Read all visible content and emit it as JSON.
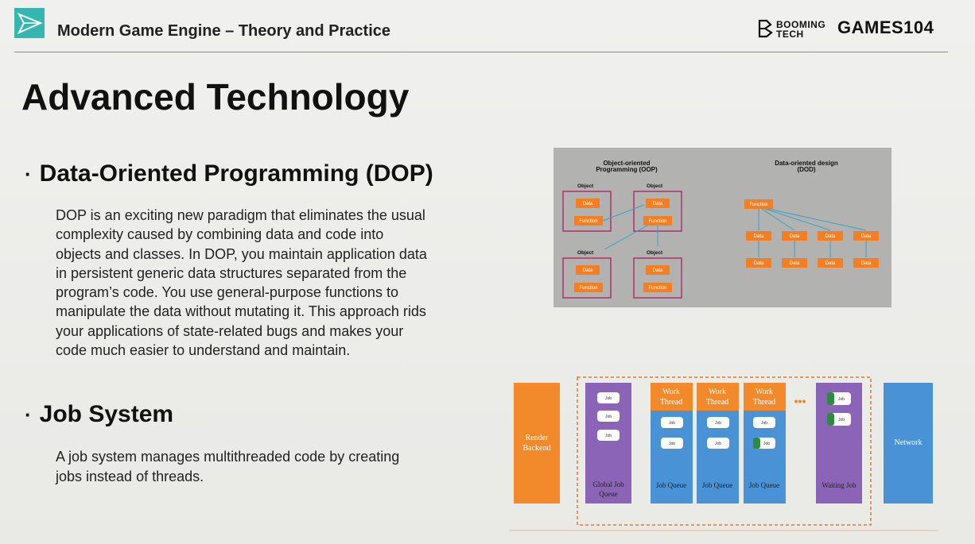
{
  "header": {
    "title": "Modern Game Engine – Theory and Practice",
    "brand_booming_line1": "BOOMING",
    "brand_booming_line2": "TECH",
    "brand_games": "GAMES104",
    "accent_color": "#36b6b0"
  },
  "slide": {
    "title": "Advanced Technology"
  },
  "sections": [
    {
      "bullet": "·",
      "heading": "Data-Oriented Programming (DOP)",
      "lines": [
        "DOP is an exciting new paradigm that eliminates the usual",
        "complexity caused by combining data and code into",
        "objects and classes. In DOP, you maintain application data",
        "in persistent generic data structures separated from the",
        "program’s code. You use general-purpose functions to",
        "manipulate the data without mutating it. This approach rids",
        "your applications of state-related bugs and makes your",
        "code much easier to understand and maintain."
      ]
    },
    {
      "bullet": "·",
      "heading": "Job System",
      "lines": [
        "A job system manages multithreaded code by creating",
        "jobs instead of threads."
      ]
    }
  ],
  "dop_figure": {
    "left_title_line1": "Object-oriented",
    "left_title_line2": "Programming (OOP)",
    "right_title_line1": "Data-oriented design",
    "right_title_line2": "(DOD)",
    "object_label": "Object",
    "data_label": "Data",
    "function_label": "Function",
    "chip_color": "#f47e22",
    "object_border_color": "#b0306a"
  },
  "job_figure": {
    "render_backend_line1": "Render",
    "render_backend_line2": "Backend",
    "global_queue_line1": "Global Job",
    "global_queue_line2": "Queue",
    "work_thread_line1": "Work",
    "work_thread_line2": "Thread",
    "job_queue_label": "Job Queue",
    "waiting_job_label": "Waiting Job",
    "network_label": "Network",
    "ellipsis": "•••",
    "job_label": "Job",
    "orange": "#f28a2c",
    "purple": "#8b64b8",
    "blue": "#4a92d6"
  }
}
